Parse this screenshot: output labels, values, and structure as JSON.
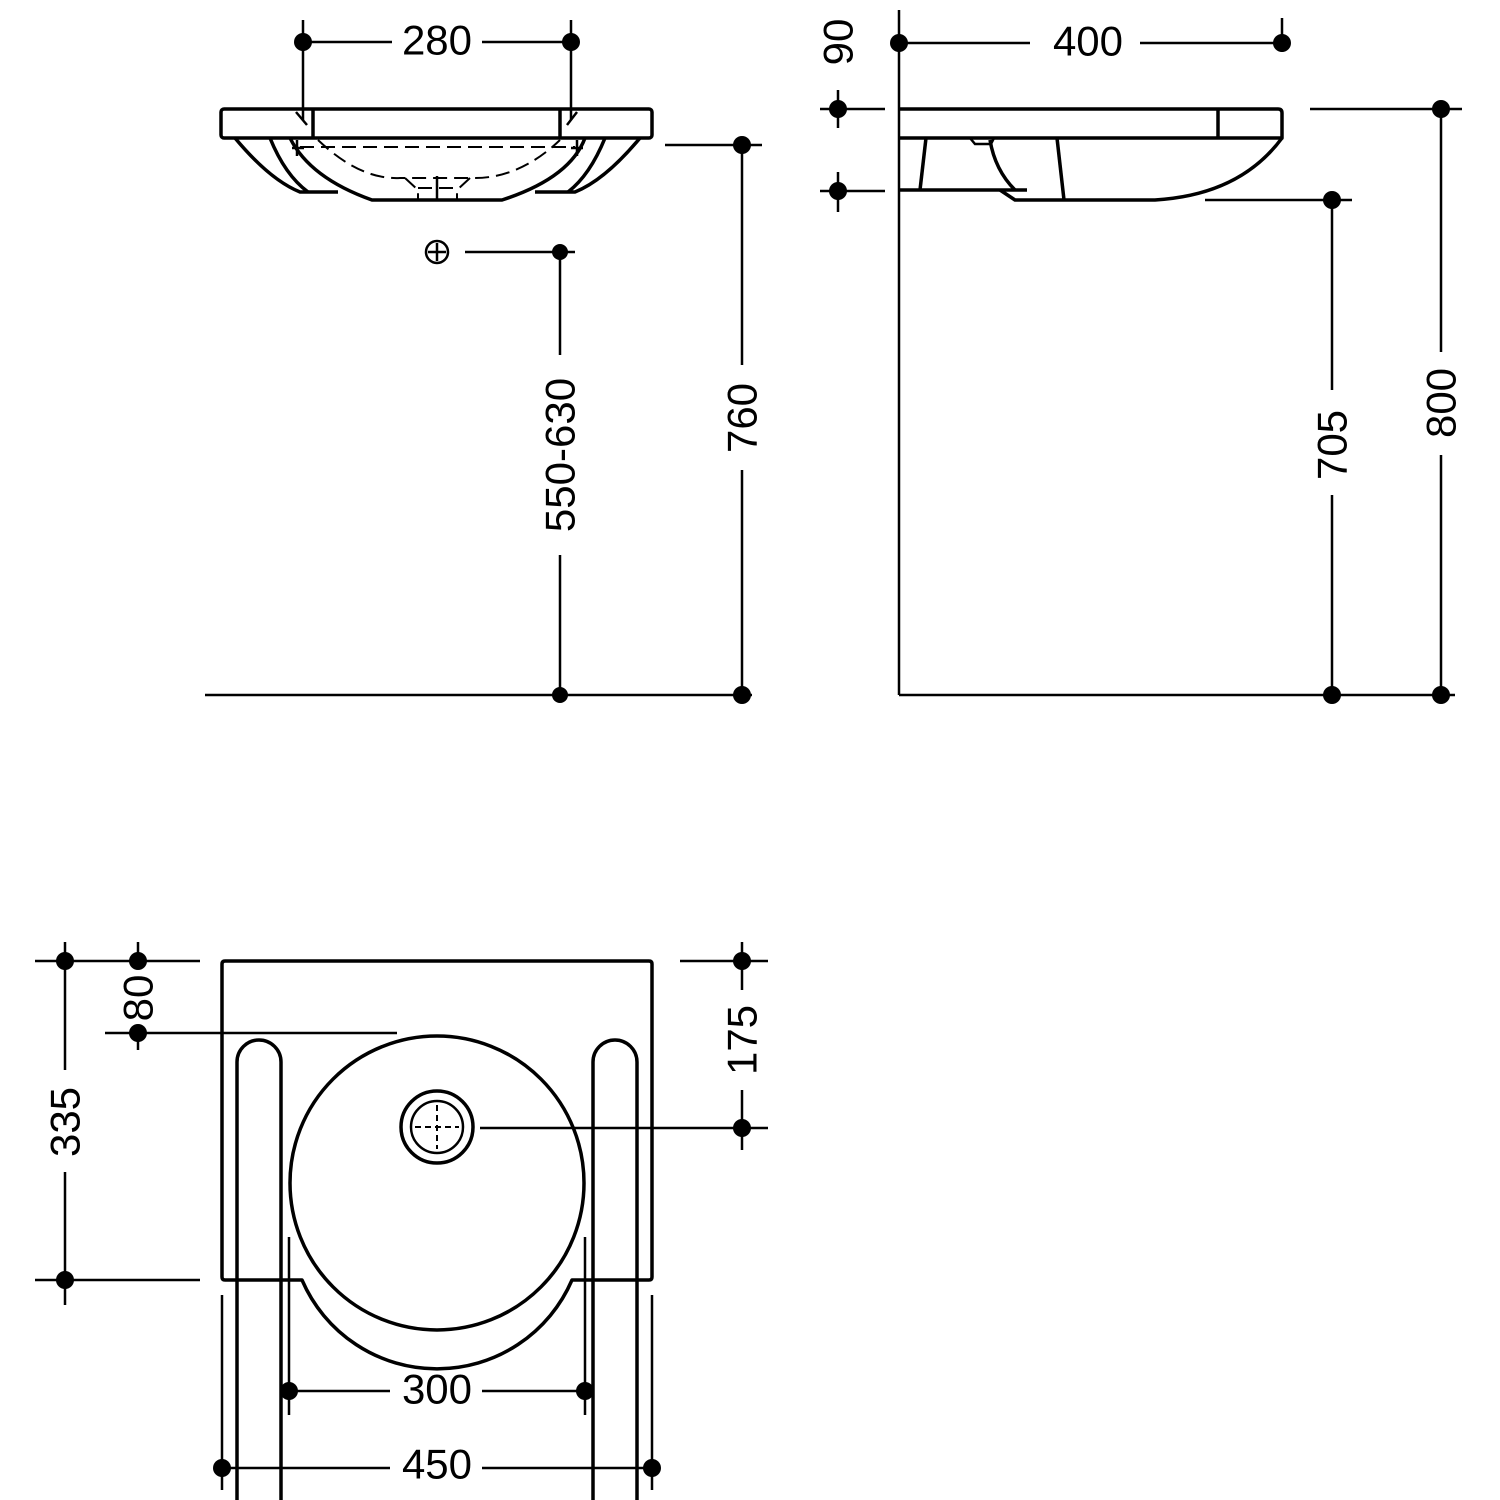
{
  "front_view": {
    "width_fixings": "280",
    "trap_height": "550-630",
    "rim_height": "760"
  },
  "side_view": {
    "depth": "400",
    "rim_thickness": "90",
    "underside_clearance": "705",
    "top_height": "800"
  },
  "plan_view": {
    "overall_depth": "335",
    "slot_offset": "80",
    "drain_offset": "175",
    "bowl_width": "300",
    "overall_width": "450"
  },
  "colors": {
    "line": "#000000",
    "background": "#ffffff"
  }
}
